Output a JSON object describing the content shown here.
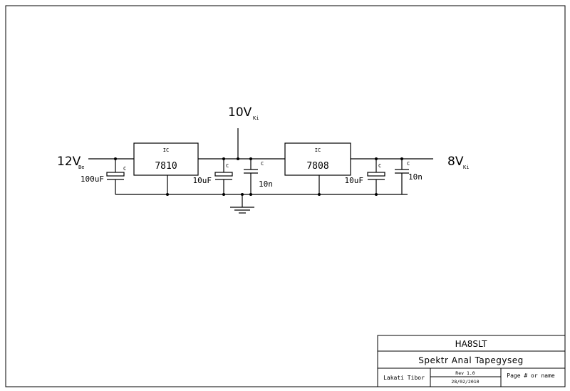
{
  "schematic": {
    "input": {
      "label": "12V",
      "sub": "Be"
    },
    "tap": {
      "label": "10V",
      "sub": "Ki"
    },
    "output": {
      "label": "8V",
      "sub": "Ki"
    },
    "regulators": [
      {
        "designator": "IC",
        "part": "7810"
      },
      {
        "designator": "IC",
        "part": "7808"
      }
    ],
    "capacitors": [
      {
        "designator": "C",
        "value": "100uF"
      },
      {
        "designator": "C",
        "value": "10uF"
      },
      {
        "designator": "C",
        "value": "10n"
      },
      {
        "designator": "C",
        "value": "10uF"
      },
      {
        "designator": "C",
        "value": "10n"
      }
    ]
  },
  "title_block": {
    "company": "HA8SLT",
    "title": "Spektr Anal Tapegyseg",
    "author": "Lakati Tibor",
    "revision": "Rev 1.0",
    "date": "28/02/2010",
    "page": "Page # or name"
  }
}
